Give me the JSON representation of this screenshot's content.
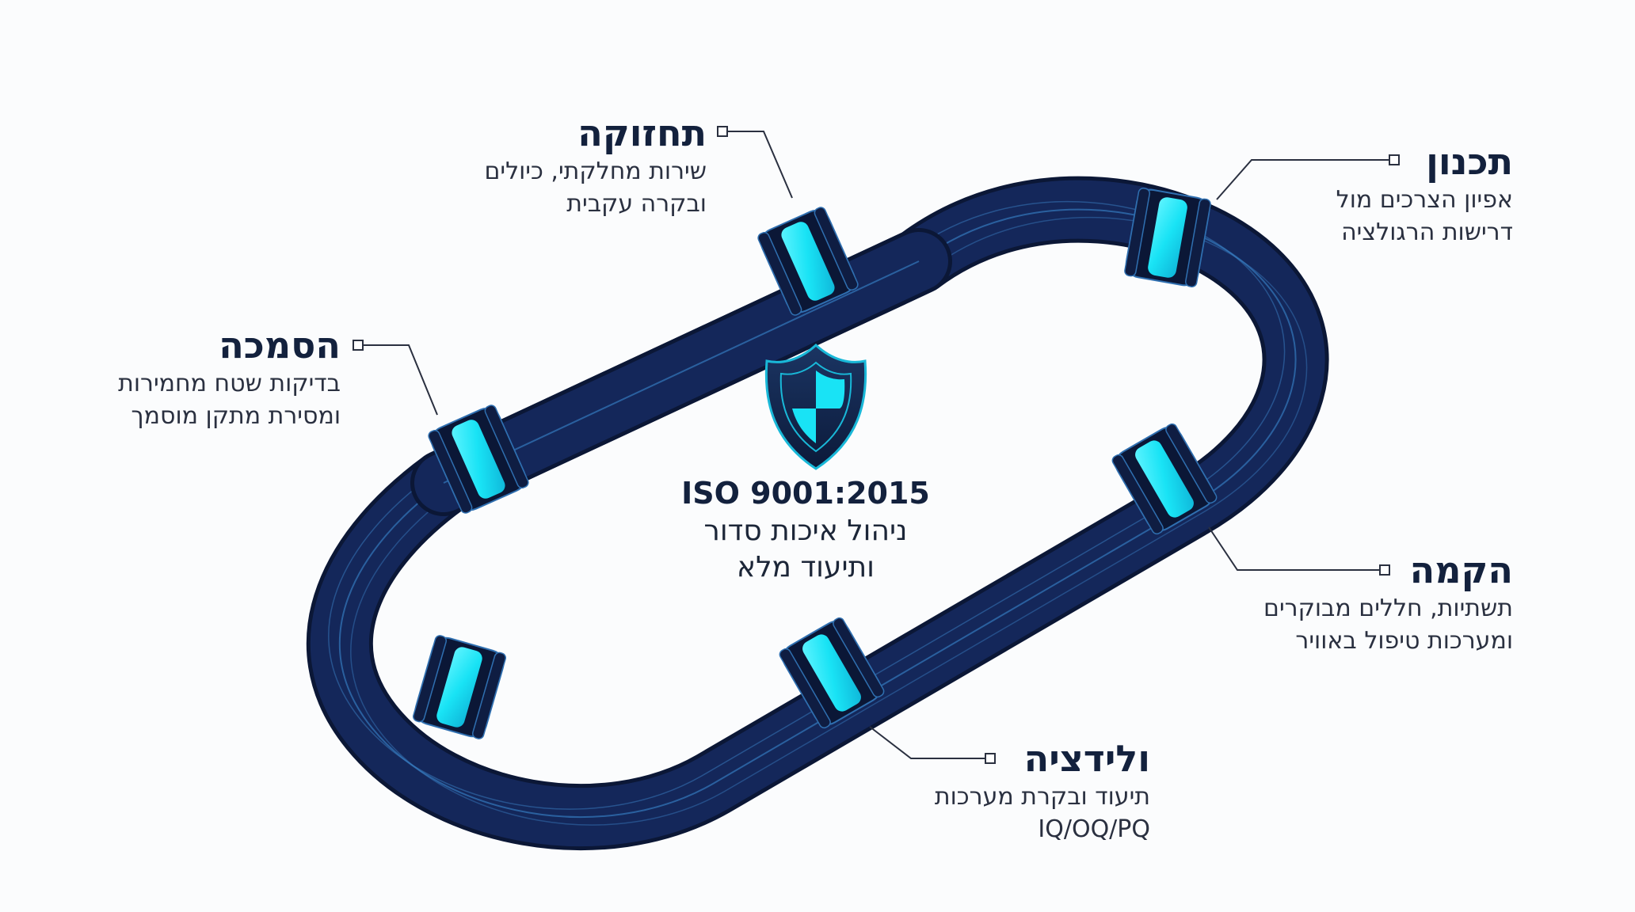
{
  "stages": [
    {
      "id": "planning",
      "title": "תכנון",
      "lines": [
        "אפיון הצרכים מול",
        "דרישות הרגולציה"
      ]
    },
    {
      "id": "construction",
      "title": "הקמה",
      "lines": [
        "תשתיות, חללים מבוקרים",
        "ומערכות טיפול באוויר"
      ]
    },
    {
      "id": "validation",
      "title": "ולידציה",
      "lines": [
        "תיעוד ובקרת מערכות",
        "IQ/OQ/PQ"
      ]
    },
    {
      "id": "certification",
      "title": "הסמכה",
      "lines": [
        "בדיקות שטח מחמירות",
        "ומסירת מתקן מוסמך"
      ]
    },
    {
      "id": "maintenance",
      "title": "תחזוקה",
      "lines": [
        "שירות מחלקתי, כיולים",
        "ובקרה עקבית"
      ]
    }
  ],
  "center": {
    "standard": "ISO 9001:2015",
    "lines": [
      "ניהול איכות סדור",
      "ותיעוד מלא"
    ],
    "icon": "shield-icon"
  },
  "colors": {
    "pipe_dark": "#0f1d42",
    "pipe_mid": "#1a2d5e",
    "pipe_outline": "#2f6fb0",
    "ring_glow": "#19e3f5",
    "text_dark": "#13213d",
    "connector": "#2a3040"
  }
}
